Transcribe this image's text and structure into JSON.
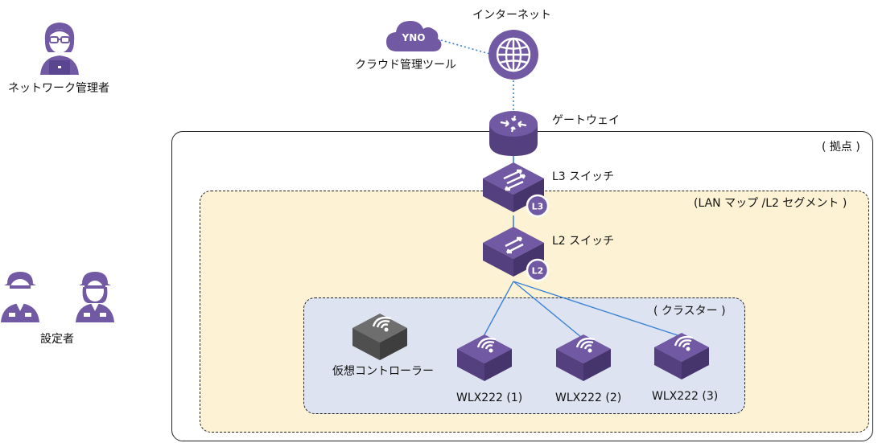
{
  "people": {
    "network_admin": "ネットワーク管理者",
    "configurers": "設定者"
  },
  "cloud": {
    "badge": "YNO",
    "label": "クラウド管理ツール"
  },
  "internet": {
    "label": "インターネット"
  },
  "gateway": {
    "label": "ゲートウェイ"
  },
  "site": {
    "label": "( 拠点 )"
  },
  "l3_switch": {
    "label": "L3 スイッチ",
    "badge": "L3"
  },
  "lan": {
    "label": "(LAN マップ /L2 セグメント )"
  },
  "l2_switch": {
    "label": "L2 スイッチ",
    "badge": "L2"
  },
  "cluster": {
    "label": "( クラスター )"
  },
  "controller": {
    "label": "仮想コントローラー"
  },
  "access_points": [
    {
      "label": "WLX222 (1)"
    },
    {
      "label": "WLX222 (2)"
    },
    {
      "label": "WLX222 (3)"
    }
  ],
  "colors": {
    "device_purple": "#7159a4",
    "device_dark": "#54407f",
    "controller_gray": "#5e5e5e",
    "lan_fill": "#fdf2d4",
    "cluster_fill": "#dde3f0",
    "link_blue": "#3b82d6"
  }
}
